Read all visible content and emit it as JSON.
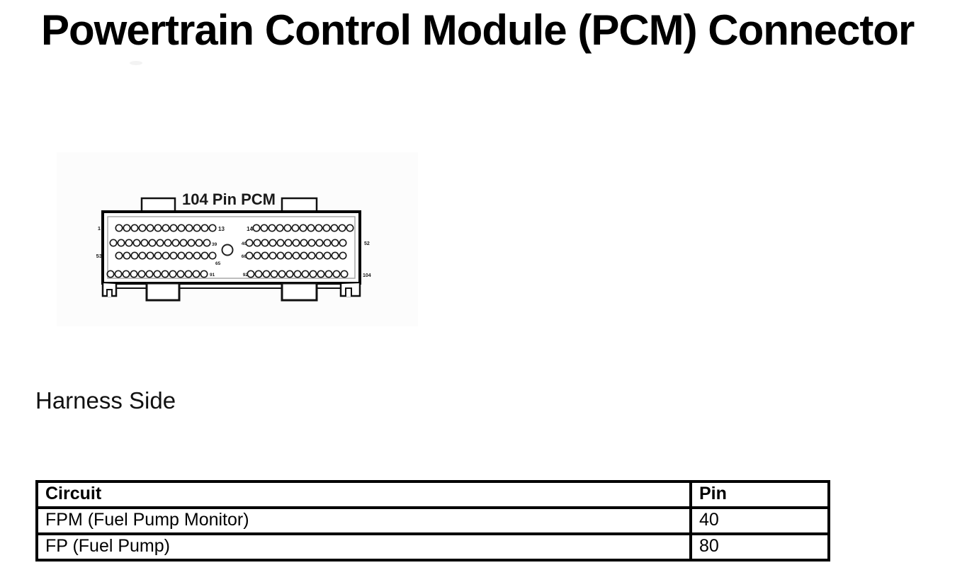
{
  "page": {
    "title": "Powertrain Control Module (PCM) Connector",
    "section_label": "Harness Side"
  },
  "connector": {
    "title": "104 Pin PCM",
    "total_pins": 104,
    "rows": 4,
    "pins_per_row_group": 13,
    "labels": {
      "pin1": "1",
      "pin13": "13",
      "pin14": "14",
      "pin39": "39",
      "pin40": "40",
      "pin52": "52",
      "pin53": "53",
      "pin65": "65",
      "pin66": "66",
      "pin91": "91",
      "pin92": "92",
      "pin104": "104"
    }
  },
  "table": {
    "headers": [
      "Circuit",
      "Pin"
    ],
    "rows": [
      {
        "circuit": "FPM (Fuel Pump Monitor)",
        "pin": "40"
      },
      {
        "circuit": "FP (Fuel Pump)",
        "pin": "80"
      }
    ]
  }
}
